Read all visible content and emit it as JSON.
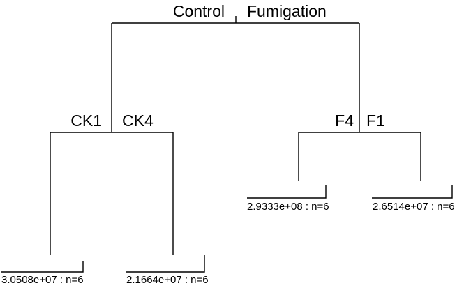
{
  "tree": {
    "root_split": {
      "left_label": "Control",
      "right_label": "Fumigation"
    },
    "left_split": {
      "left_label": "CK1",
      "right_label": "CK4"
    },
    "right_split": {
      "left_label": "F4",
      "right_label": "F1"
    },
    "leaves": [
      {
        "label": "3.0508e+07 : n=6"
      },
      {
        "label": "2.1664e+07 : n=6"
      },
      {
        "label": "2.9333e+08 : n=6"
      },
      {
        "label": "2.6514e+07 : n=6"
      }
    ]
  }
}
